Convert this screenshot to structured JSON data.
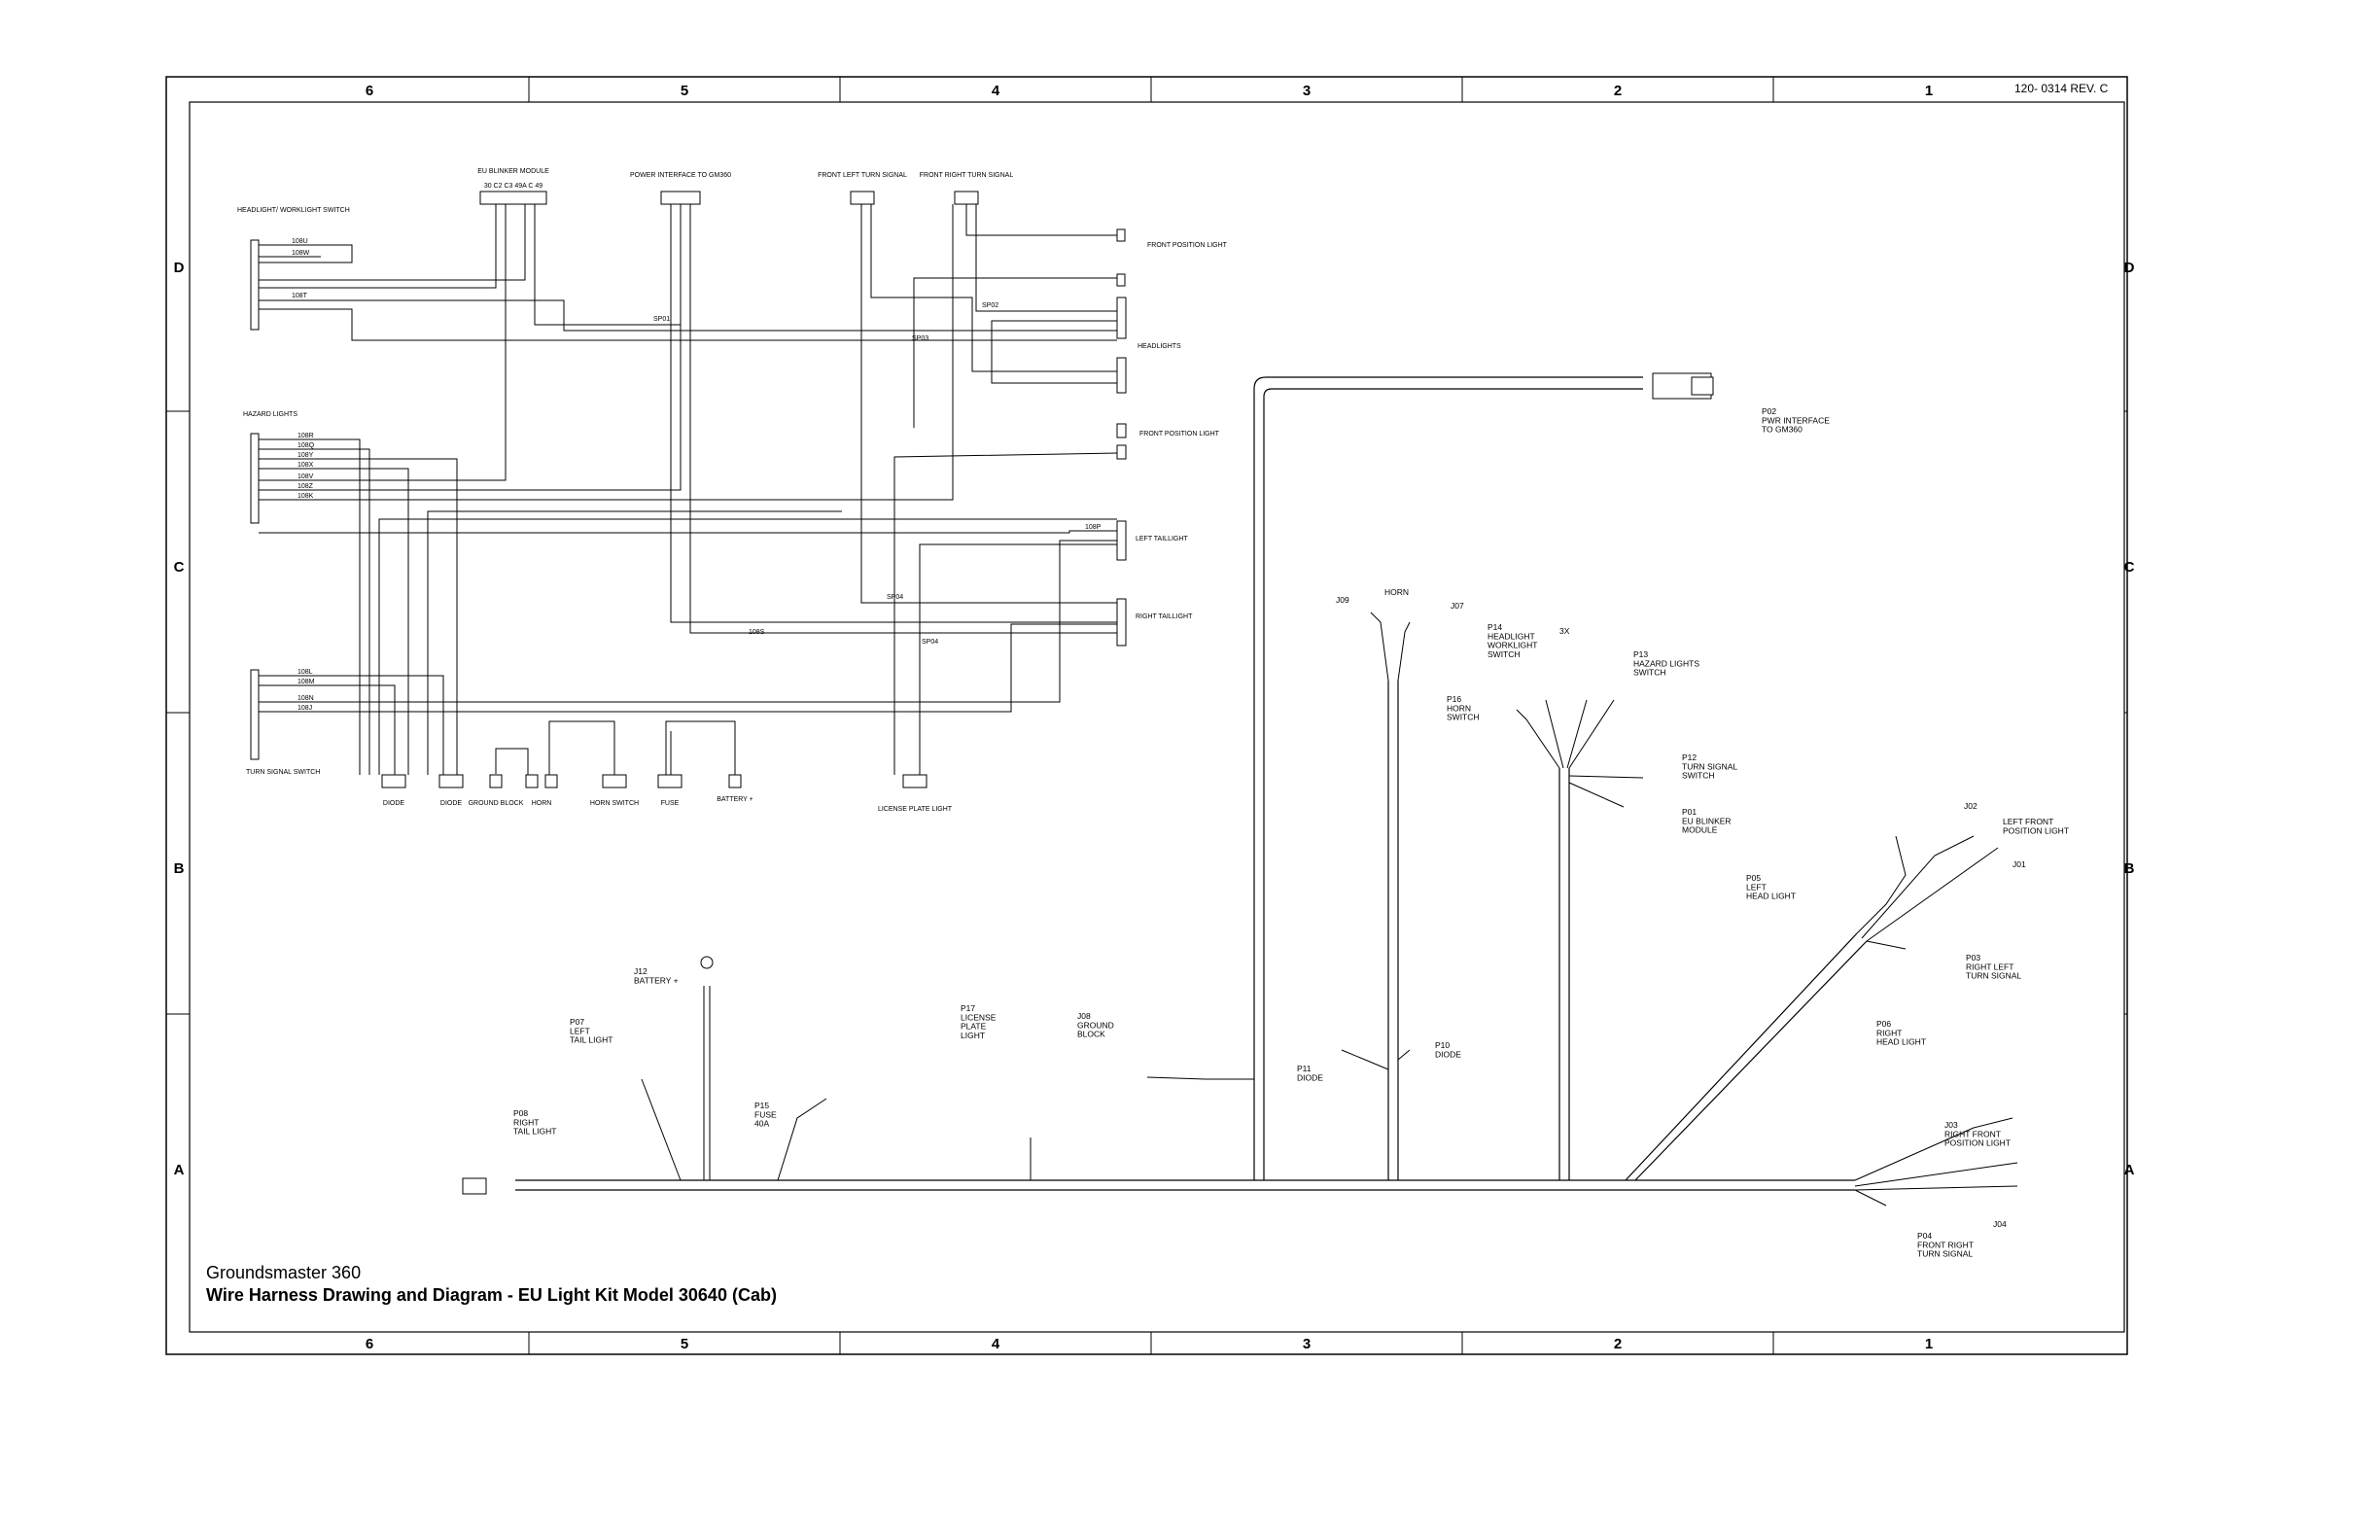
{
  "title_block": {
    "product": "Groundsmaster 360",
    "title": "Wire Harness Drawing and Diagram -  EU Light Kit Model 30640 (Cab)",
    "revision": "120- 0314 REV. C"
  },
  "zones": {
    "columns": [
      "6",
      "5",
      "4",
      "3",
      "2",
      "1"
    ],
    "rows": [
      "D",
      "C",
      "B",
      "A"
    ]
  },
  "schematic": {
    "headlight_worklight_switch": "HEADLIGHT/ WORKLIGHT SWITCH",
    "hazard_lights": "HAZARD LIGHTS",
    "turn_signal_switch": "TURN SIGNAL SWITCH",
    "eu_blinker_module": "EU BLINKER MODULE",
    "eu_blinker_pins": "30 C2 C3 49A C 49",
    "power_interface": "POWER INTERFACE TO GM360",
    "front_left_turn_signal": "FRONT LEFT TURN SIGNAL",
    "front_right_turn_signal": "FRONT RIGHT TURN SIGNAL",
    "front_position_light_top": "FRONT POSITION LIGHT",
    "headlights": "HEADLIGHTS",
    "front_position_light_mid": "FRONT POSITION LIGHT",
    "left_taillight": "LEFT TAILLIGHT",
    "right_taillight": "RIGHT TAILLIGHT",
    "diode1": "DIODE",
    "diode2": "DIODE",
    "ground_block": "GROUND BLOCK",
    "horn": "HORN",
    "horn_switch": "HORN SWITCH",
    "fuse": "FUSE",
    "battery_plus": "BATTERY +",
    "license_plate_light": "LICENSE PLATE LIGHT",
    "splices": [
      "SP01",
      "SP03",
      "SP02",
      "SP04",
      "SP04"
    ],
    "wires": [
      "108U",
      "108W",
      "108T",
      "108R",
      "108Q",
      "108Y",
      "108X",
      "108V",
      "108Z",
      "108K",
      "108L",
      "108M",
      "108N",
      "108J",
      "108S",
      "108P"
    ]
  },
  "harness": {
    "p02": "P02\nPWR INTERFACE\nTO GM360",
    "p14": "P14\nHEADLIGHT\nWORKLIGHT\nSWITCH",
    "p13": "P13\nHAZARD LIGHTS\nSWITCH",
    "p16": "P16\nHORN\nSWITCH",
    "p12": "P12\nTURN SIGNAL\nSWITCH",
    "p01": "P01\nEU BLINKER\nMODULE",
    "j09": "J09",
    "horn": "HORN",
    "j07": "J07",
    "j02": "J02",
    "left_front_position": "LEFT FRONT\nPOSITION LIGHT",
    "j01": "J01",
    "p05": "P05\nLEFT\nHEAD LIGHT",
    "p03": "P03\nRIGHT LEFT\nTURN SIGNAL",
    "p06": "P06\nRIGHT\nHEAD LIGHT",
    "j03": "J03\nRIGHT FRONT\nPOSITION LIGHT",
    "j04": "J04",
    "p04": "P04\nFRONT RIGHT\nTURN SIGNAL",
    "p10": "P10\nDIODE",
    "p11": "P11\nDIODE",
    "j08": "J08\nGROUND\nBLOCK",
    "p17": "P17\nLICENSE\nPLATE\nLIGHT",
    "p15": "P15\nFUSE\n40A",
    "j12": "J12\nBATTERY +",
    "p07": "P07\nLEFT\nTAIL LIGHT",
    "p08": "P08\nRIGHT\nTAIL LIGHT",
    "qty": "3X"
  }
}
